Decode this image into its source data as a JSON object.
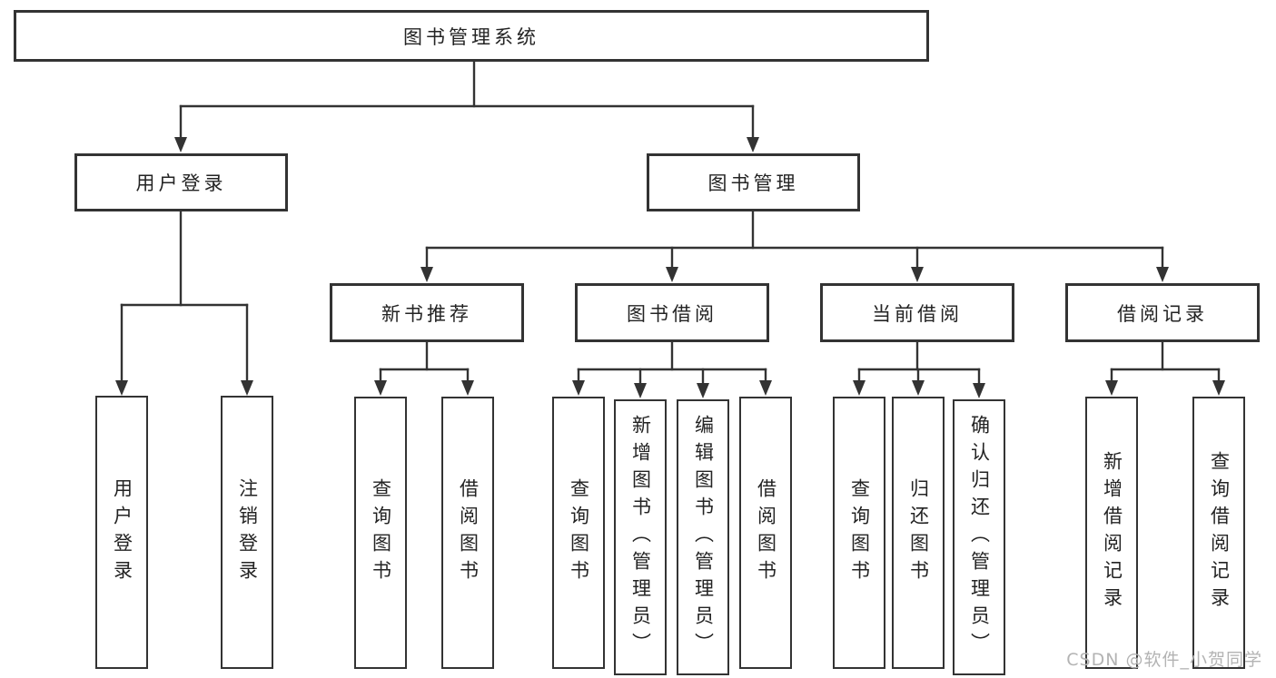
{
  "diagram": {
    "root": {
      "label": "图书管理系统"
    },
    "branches": [
      {
        "label": "用户登录",
        "leaves": [
          "用户登录",
          "注销登录"
        ]
      },
      {
        "label": "图书管理",
        "groups": [
          {
            "label": "新书推荐",
            "leaves": [
              "查询图书",
              "借阅图书"
            ]
          },
          {
            "label": "图书借阅",
            "leaves": [
              "查询图书",
              "新增图书（管理员）",
              "编辑图书（管理员）",
              "借阅图书"
            ]
          },
          {
            "label": "当前借阅",
            "leaves": [
              "查询图书",
              "归还图书",
              "确认归还（管理员）"
            ]
          },
          {
            "label": "借阅记录",
            "leaves": [
              "新增借阅记录",
              "查询借阅记录"
            ]
          }
        ]
      }
    ]
  },
  "watermark": {
    "text": "CSDN @软件_小贺同学"
  },
  "colors": {
    "line": "#333333",
    "border": "#333333",
    "text": "#232323",
    "watermark": "#b3b3b3",
    "background": "#ffffff"
  }
}
